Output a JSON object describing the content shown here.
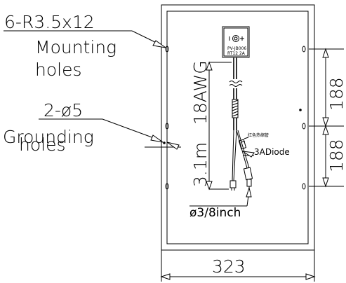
{
  "labels": {
    "mounting_spec": "6-R3.5x12",
    "mounting_line1": "Mounting",
    "mounting_line2": "holes",
    "grounding_spec": "2-ø5",
    "grounding_line1": "Grounding",
    "grounding_line2": "holes",
    "cable_length": "3.1m",
    "cable_gauge": "18AWG",
    "diode": "3ADiode",
    "sleeve": "红色热缩管",
    "connector": "ø3/8inch",
    "junction_box_text": "PV-JB006",
    "junction_box_sub": "RT12 2A"
  },
  "dimensions": {
    "width": "323",
    "upper_spacing": "188",
    "lower_spacing": "188"
  }
}
